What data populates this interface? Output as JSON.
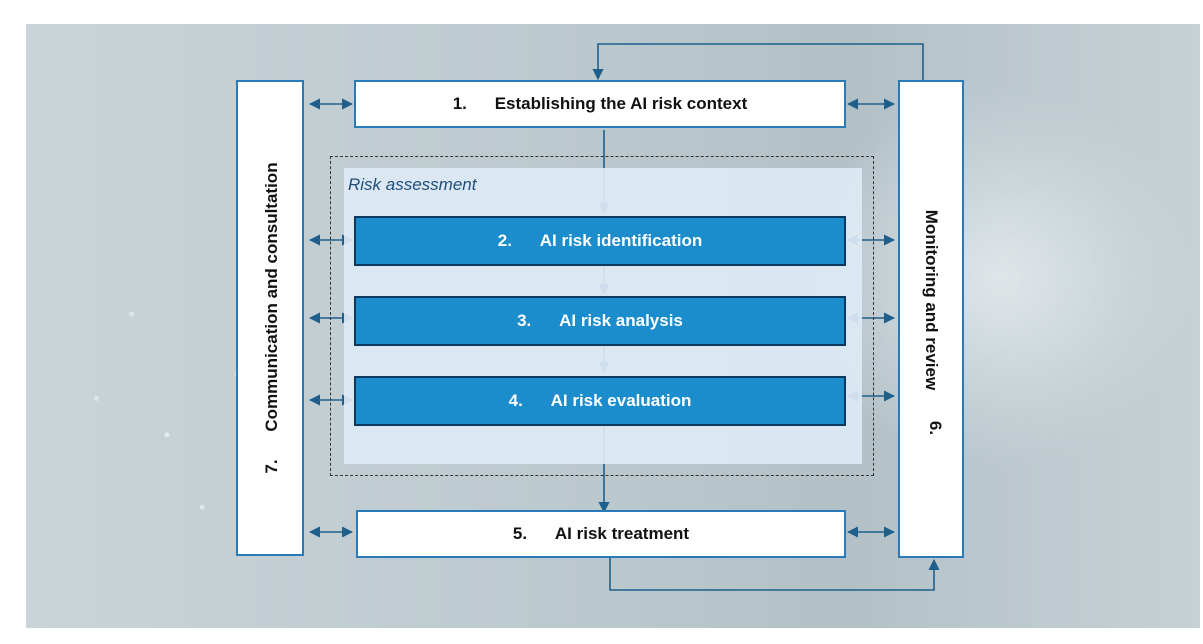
{
  "diagram": {
    "steps": [
      {
        "number": "1.",
        "label": "Establishing the AI risk context"
      },
      {
        "number": "2.",
        "label": "AI risk identification"
      },
      {
        "number": "3.",
        "label": "AI risk analysis"
      },
      {
        "number": "4.",
        "label": "AI risk evaluation"
      },
      {
        "number": "5.",
        "label": "AI risk treatment"
      }
    ],
    "risk_assessment_label": "Risk assessment",
    "left_bar": {
      "number": "7.",
      "label": "Communication and consultation"
    },
    "right_bar": {
      "number": "6.",
      "label": "Monitoring and review"
    }
  },
  "colors": {
    "accent_blue": "#1b8ccc",
    "dark_border": "#0d3a5e",
    "arrow": "#1f5f8b",
    "risk_area": "#dde9f4"
  }
}
